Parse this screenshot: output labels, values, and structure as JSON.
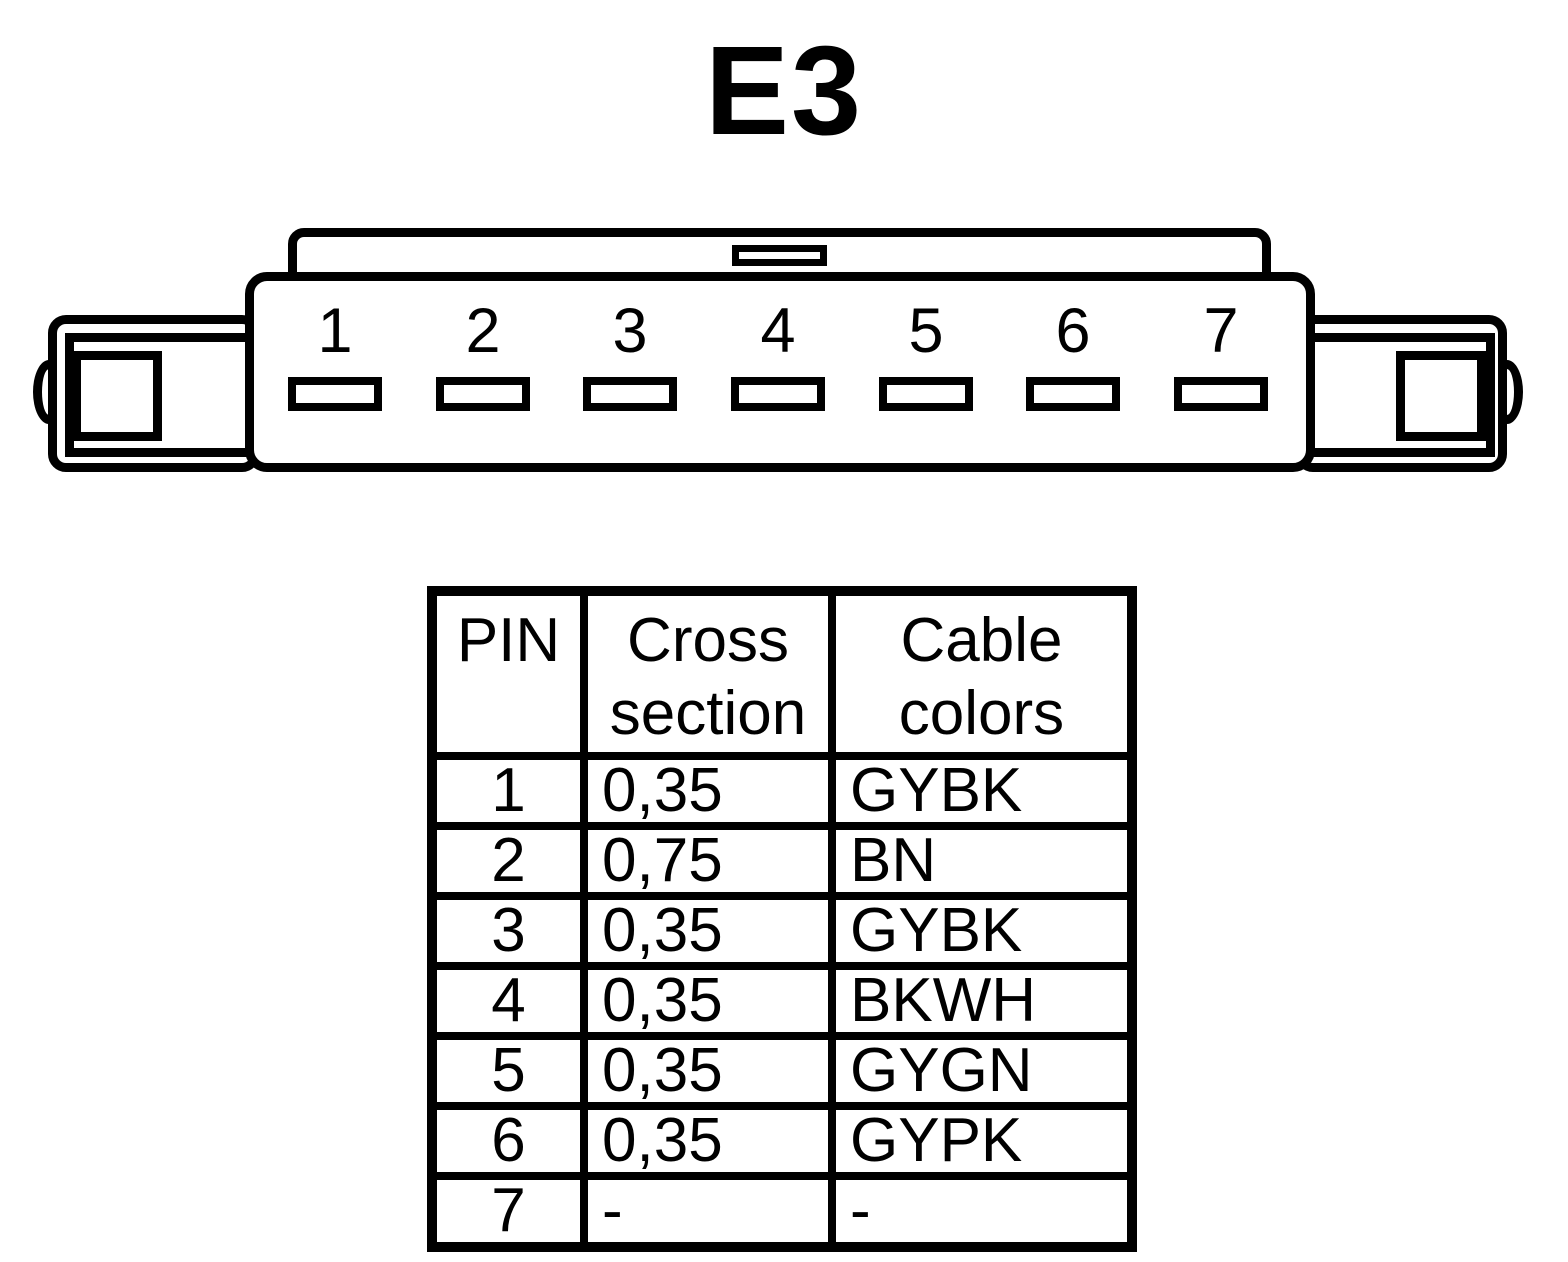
{
  "title": "E3",
  "colors": {
    "line": "#000000",
    "background": "#ffffff"
  },
  "connector": {
    "pins": [
      "1",
      "2",
      "3",
      "4",
      "5",
      "6",
      "7"
    ]
  },
  "table": {
    "headers": {
      "pin": "PIN",
      "cross_section": "Cross section",
      "cable_colors": "Cable colors"
    },
    "rows": [
      {
        "pin": "1",
        "cross_section": "0,35",
        "cable_color": "GYBK"
      },
      {
        "pin": "2",
        "cross_section": "0,75",
        "cable_color": "BN"
      },
      {
        "pin": "3",
        "cross_section": "0,35",
        "cable_color": "GYBK"
      },
      {
        "pin": "4",
        "cross_section": "0,35",
        "cable_color": "BKWH"
      },
      {
        "pin": "5",
        "cross_section": "0,35",
        "cable_color": "GYGN"
      },
      {
        "pin": "6",
        "cross_section": "0,35",
        "cable_color": "GYPK"
      },
      {
        "pin": "7",
        "cross_section": "-",
        "cable_color": "-"
      }
    ]
  }
}
